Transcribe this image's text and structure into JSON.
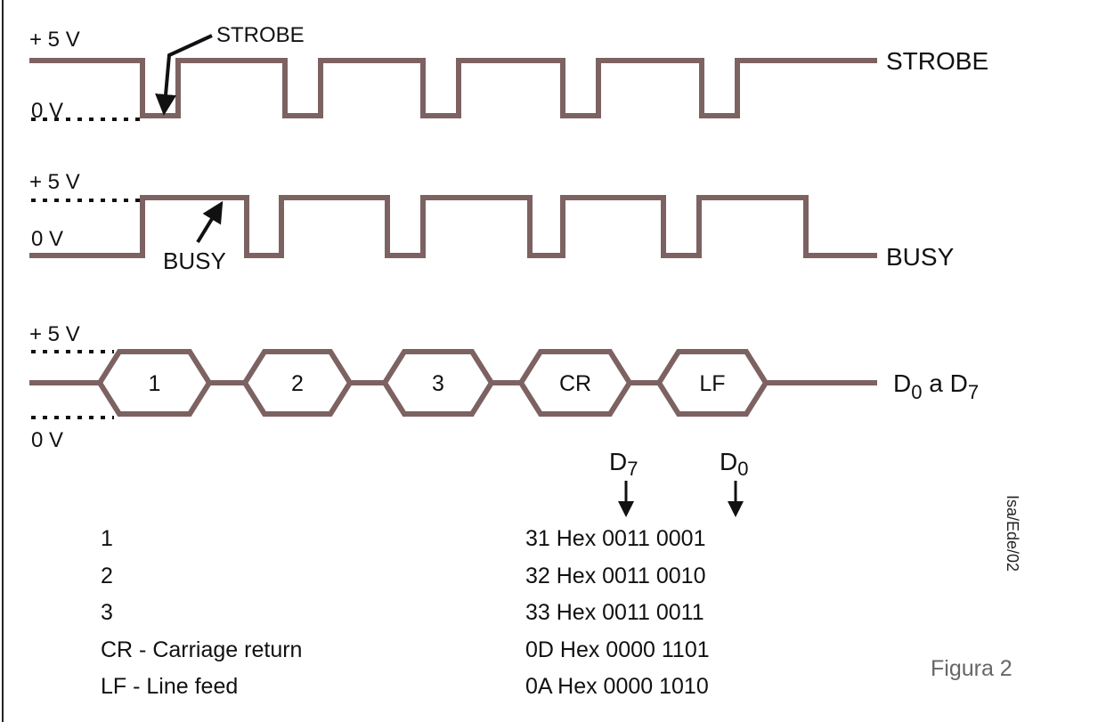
{
  "signals": {
    "strobe": {
      "label": "STROBE",
      "annotation": "STROBE",
      "high_label": "+ 5 V",
      "low_label": "0 V"
    },
    "busy": {
      "label": "BUSY",
      "annotation": "BUSY",
      "high_label": "+ 5 V",
      "low_label": "0 V"
    },
    "data": {
      "label_main": "D",
      "label_sub0": "0",
      "label_mid": " a D",
      "label_sub7": "7",
      "high_label": "+ 5 V",
      "low_label": "0 V",
      "bytes": [
        "1",
        "2",
        "3",
        "CR",
        "LF"
      ]
    }
  },
  "bit_markers": {
    "msb_main": "D",
    "msb_sub": "7",
    "lsb_main": "D",
    "lsb_sub": "0"
  },
  "table": [
    {
      "char": "1",
      "code": "31 Hex 0011 0001"
    },
    {
      "char": "2",
      "code": "32 Hex 0011 0010"
    },
    {
      "char": "3",
      "code": "33 Hex 0011 0011"
    },
    {
      "char": "CR - Carriage return",
      "code": "0D Hex 0000 1101"
    },
    {
      "char": "LF - Line feed",
      "code": "0A Hex 0000 1010"
    }
  ],
  "credit": "Isa/Ede/02",
  "figure_label": "Figura 2",
  "colors": {
    "trace": "#7d6262",
    "text": "#111111",
    "figure_label": "#666666"
  }
}
